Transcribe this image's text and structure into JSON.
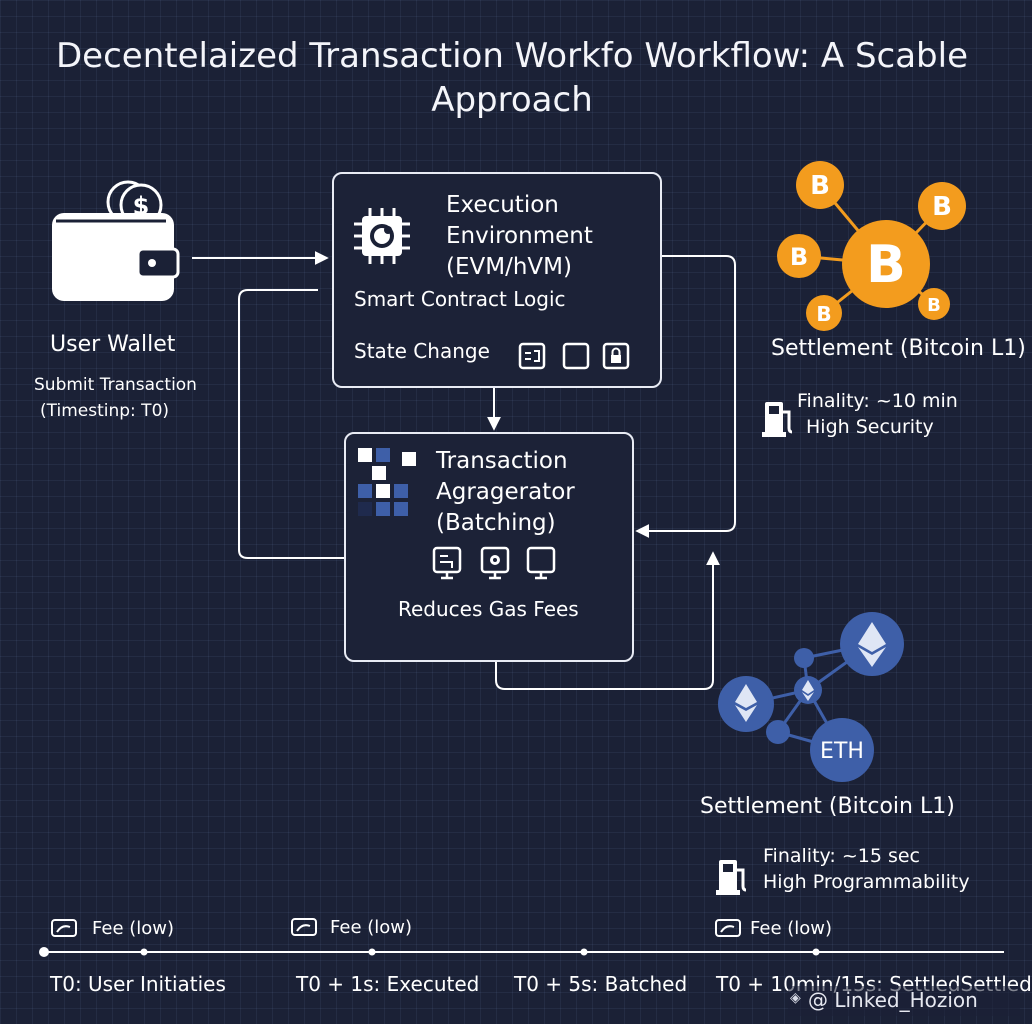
{
  "title": {
    "line1": "Decentelaized Transaction Workfo Workflow: A Scable",
    "line2": "Approach"
  },
  "wallet": {
    "icon": "wallet-icon",
    "label": "User Wallet",
    "sub1": "Submit Transaction",
    "sub2": "(Timestinp: T0)"
  },
  "execution": {
    "icon": "cpu-chip-icon",
    "title1": "Execution",
    "title2": "Environment",
    "title3": "(EVM/hVM)",
    "logic": "Smart Contract Logic",
    "state": "State Change"
  },
  "aggregator": {
    "icon": "grid-blocks-icon",
    "title1": "Transaction",
    "title2": "Agragerator",
    "title3": "(Batching)",
    "note": "Reduces Gas Fees"
  },
  "bitcoin": {
    "icon": "bitcoin-network-icon",
    "symbol": "B",
    "label": "Settlement (Bitcoin L1)",
    "finality": "Finality: ~10 min",
    "security": "High Security",
    "color": "#f39c1e"
  },
  "ethereum": {
    "icon": "ethereum-network-icon",
    "node_label": "ETH",
    "label": "Settlement (Bitcoin L1)",
    "finality": "Finality: ~15 sec",
    "security": "High Programmability",
    "color": "#3e5fa8"
  },
  "timeline": {
    "fees": [
      "Fee (low)",
      "Fee (low)",
      "Fee (low)"
    ],
    "labels": [
      "T0: User Initiaties",
      "T0 + 1s: Executed",
      "T0 + 5s: Batched",
      "T0 + 10min/15s: SettledSettled"
    ]
  },
  "watermark": "@ Linked_Hozion"
}
